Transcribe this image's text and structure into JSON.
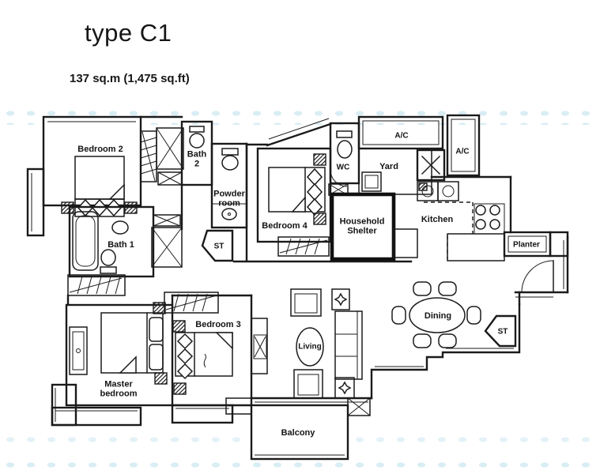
{
  "header": {
    "title": "type C1",
    "area": "137 sq.m (1,475 sq.ft)"
  },
  "labels": {
    "bedroom2": "Bedroom 2",
    "bath2": "Bath 2",
    "powder_room": "Powder room",
    "st_upper": "ST",
    "bath1": "Bath 1",
    "wc": "WC",
    "ac_top": "A/C",
    "yard": "Yard",
    "ac_right": "A/C",
    "bedroom4": "Bedroom 4",
    "household_shelter": "Household Shelter",
    "kitchen": "Kitchen",
    "planter": "Planter",
    "master_bedroom": "Master bedroom",
    "bedroom3": "Bedroom 3",
    "living": "Living",
    "dining": "Dining",
    "st_right": "ST",
    "balcony": "Balcony"
  }
}
